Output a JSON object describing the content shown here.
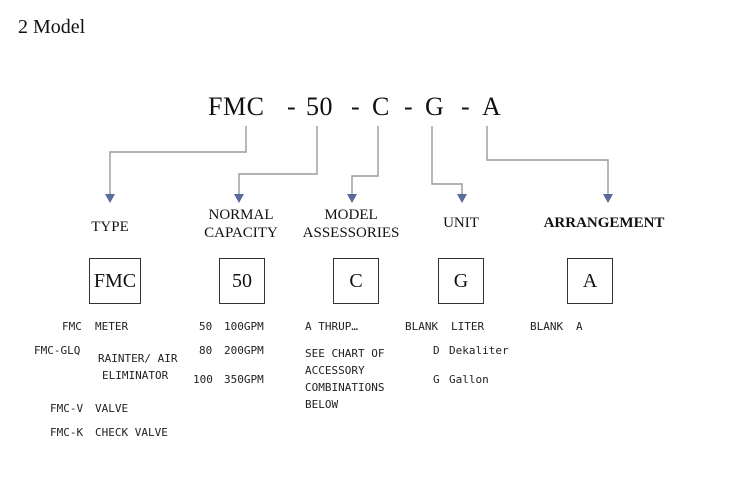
{
  "section_title": "2 Model",
  "model_code": {
    "p0": "FMC",
    "d1": "-",
    "p1": "50",
    "d2": "-",
    "p2": "C",
    "d3": "-",
    "p3": "G",
    "d4": "-",
    "p4": "A"
  },
  "categories": {
    "type": "TYPE",
    "capacity_l1": "NORMAL",
    "capacity_l2": "CAPACITY",
    "model_l1": "MODEL",
    "model_l2": "ASSESSORIES",
    "unit": "UNIT",
    "arrangement": "ARRANGEMENT"
  },
  "boxes": {
    "type": "FMC",
    "capacity": "50",
    "model": "C",
    "unit": "G",
    "arrangement": "A"
  },
  "type_opts": [
    {
      "code": "FMC",
      "desc": "METER"
    },
    {
      "code": "FMC-GLQ",
      "desc": "RAINTER/ AIR"
    },
    {
      "desc2": "ELIMINATOR"
    },
    {
      "code": "FMC-V",
      "desc": "VALVE"
    },
    {
      "code": "FMC-K",
      "desc": "CHECK VALVE"
    }
  ],
  "cap_opts": [
    {
      "code": "50",
      "desc": "100GPM"
    },
    {
      "code": "80",
      "desc": "200GPM"
    },
    {
      "code": "100",
      "desc": "350GPM"
    }
  ],
  "model_opts": {
    "l1": "A THRUP…",
    "l2": "SEE CHART OF",
    "l3": "ACCESSORY",
    "l4": "COMBINATIONS",
    "l5": "BELOW"
  },
  "unit_opts": [
    {
      "code": "BLANK",
      "desc": "LITER"
    },
    {
      "code": "D",
      "desc": "Dekaliter"
    },
    {
      "code": "G",
      "desc": "Gallon"
    }
  ],
  "arr_opts": [
    {
      "code": "BLANK",
      "desc": "A"
    }
  ],
  "colors": {
    "connector": "#9a9a9a",
    "arrowhead": "#5a6a9a"
  }
}
